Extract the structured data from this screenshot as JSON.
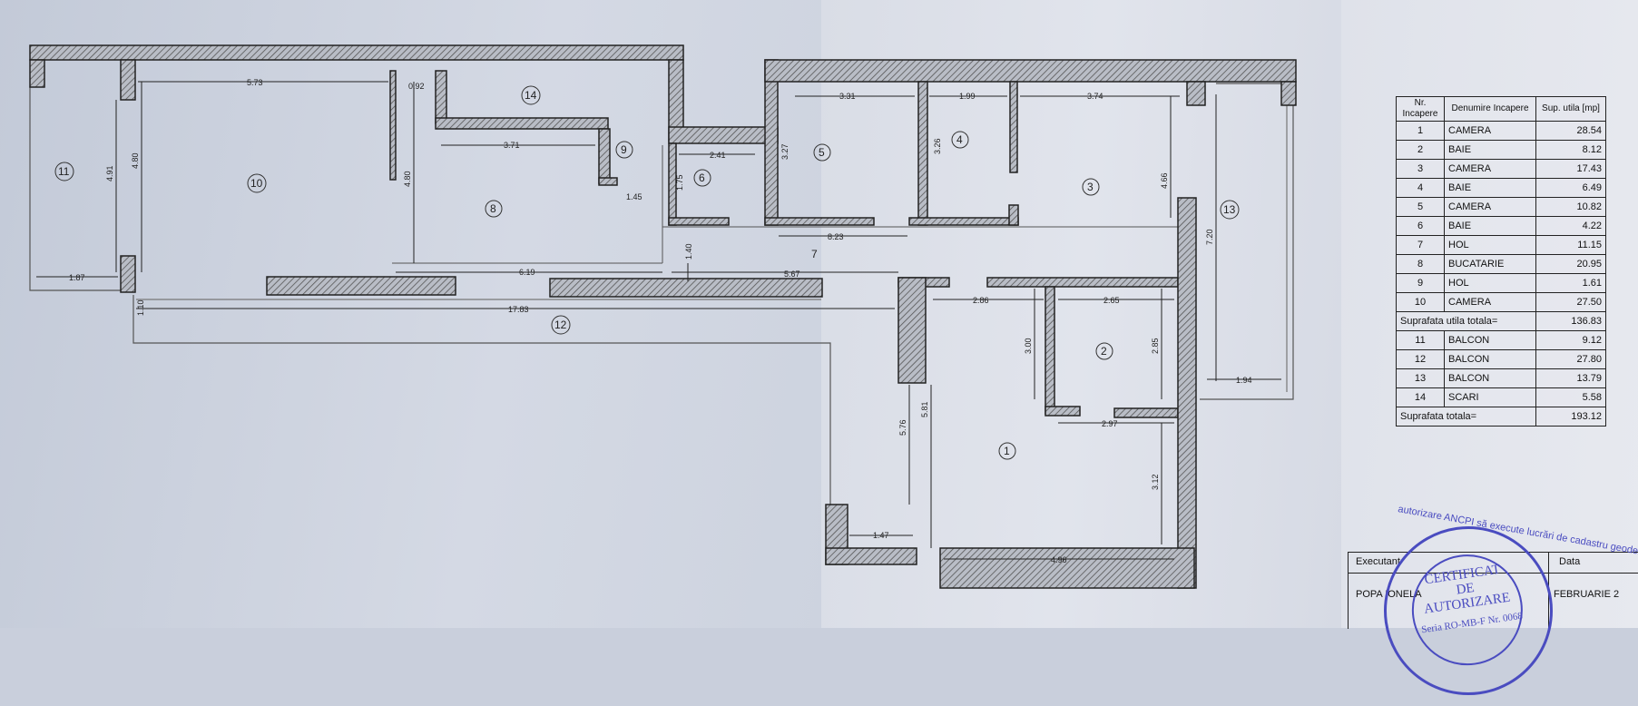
{
  "plan": {
    "rooms": [
      {
        "no": "1"
      },
      {
        "no": "2"
      },
      {
        "no": "3"
      },
      {
        "no": "4"
      },
      {
        "no": "5"
      },
      {
        "no": "6"
      },
      {
        "no": "7"
      },
      {
        "no": "8"
      },
      {
        "no": "9"
      },
      {
        "no": "10"
      },
      {
        "no": "11"
      },
      {
        "no": "12"
      },
      {
        "no": "13"
      },
      {
        "no": "14"
      }
    ],
    "dimensions": [
      "5.73",
      "0.92",
      "3.31",
      "1.99",
      "3.74",
      "4.91",
      "4.80",
      "4.80",
      "3.71",
      "2.41",
      "3.27",
      "3.26",
      "1.75",
      "1.45",
      "8.23",
      "1.40",
      "4.66",
      "7.20",
      "1.87",
      "6.19",
      "5.67",
      "1.10",
      "17.83",
      "2.86",
      "2.65",
      "3.00",
      "2.85",
      "1.94",
      "2.97",
      "5.76",
      "5.81",
      "3.12",
      "1.47",
      "4.96"
    ]
  },
  "table": {
    "headers": [
      "Nr. Incapere",
      "Denumire Incapere",
      "Sup. utila [mp]"
    ],
    "rows_a": [
      {
        "nr": "1",
        "name": "CAMERA",
        "area": "28.54"
      },
      {
        "nr": "2",
        "name": "BAIE",
        "area": "8.12"
      },
      {
        "nr": "3",
        "name": "CAMERA",
        "area": "17.43"
      },
      {
        "nr": "4",
        "name": "BAIE",
        "area": "6.49"
      },
      {
        "nr": "5",
        "name": "CAMERA",
        "area": "10.82"
      },
      {
        "nr": "6",
        "name": "BAIE",
        "area": "4.22"
      },
      {
        "nr": "7",
        "name": "HOL",
        "area": "11.15"
      },
      {
        "nr": "8",
        "name": "BUCATARIE",
        "area": "20.95"
      },
      {
        "nr": "9",
        "name": "HOL",
        "area": "1.61"
      },
      {
        "nr": "10",
        "name": "CAMERA",
        "area": "27.50"
      }
    ],
    "subtotal_label": "Suprafata utila totala=",
    "subtotal_value": "136.83",
    "rows_b": [
      {
        "nr": "11",
        "name": "BALCON",
        "area": "9.12"
      },
      {
        "nr": "12",
        "name": "BALCON",
        "area": "27.80"
      },
      {
        "nr": "13",
        "name": "BALCON",
        "area": "13.79"
      },
      {
        "nr": "14",
        "name": "SCARI",
        "area": "5.58"
      }
    ],
    "total_label": "Suprafata totala=",
    "total_value": "193.12"
  },
  "footer": {
    "executant_label": "Executant",
    "data_label": "Data",
    "executant_name": "POPA IONELA",
    "data_value": "FEBRUARIE 2"
  },
  "stamp": {
    "line1": "CERTIFICAT",
    "line2": "DE",
    "line3": "AUTORIZARE",
    "ring_text": "autorizare ANCPI să execute lucrări de cadastru geodezie",
    "number": "Seria RO-MB-F Nr. 0068",
    "color": "#4a4cc0"
  },
  "colors": {
    "wall_hatch": "#7a7a7a",
    "wall_stroke": "#222222",
    "ink": "#222222"
  }
}
